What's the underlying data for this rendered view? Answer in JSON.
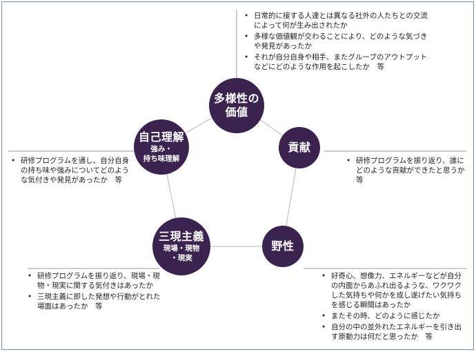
{
  "nodes": {
    "diversity": {
      "title_line1": "多様性の",
      "title_line2": "価値"
    },
    "contribution": {
      "title": "貢献"
    },
    "wildness": {
      "title": "野性"
    },
    "sangen": {
      "title": "三現主義",
      "sub_line1": "現場・現物",
      "sub_line2": "・現実"
    },
    "self": {
      "title": "自己理解",
      "sub_line1": "強み・",
      "sub_line2": "持ち味理解"
    }
  },
  "notes": {
    "diversity": [
      "日常的に接する人達とは異なる社外の人たちとの交流によって何が生み出されたか",
      "多様な価値観が交わることにより、どのような気づきや発見があったか",
      "それが自分自身や相手、またグループのアウトプットなどにどのような作用を起こしたか　等"
    ],
    "contribution": [
      "研修プログラムを振り返り、誰にどのような貢献ができたと思うか　等"
    ],
    "self": [
      "研修プログラムを通し、自分自身の持ち味や強みについてどのような気付きや発見があったか　等"
    ],
    "sangen": [
      "研修プログラムを振り返り、現場・現物・現実に関する気付きはあったか",
      "三現主義に即した発想や行動がとれた場面はあったか　等"
    ],
    "wildness": [
      "好奇心、想像力、エネルギーなどが自分の内面からあふれ出るような、ワクワクした気持ちや何かを成し遂げたい気持ちを感じる瞬間はあったか",
      "またその時、どのように感じたか",
      "自分の中の並外れたエネルギーを引き出す原動力は何だと思ったか　等"
    ]
  },
  "colors": {
    "node_fill": "#3b2350",
    "frame": "#6f8db5",
    "line": "#999999"
  }
}
